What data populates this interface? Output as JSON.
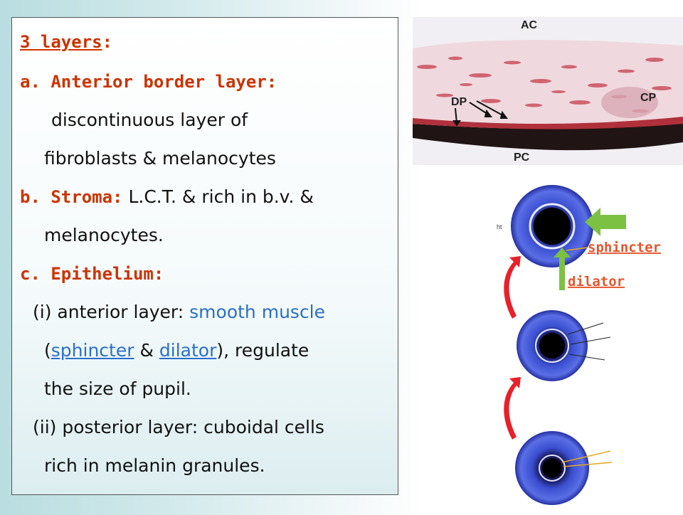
{
  "heading": {
    "count": "3 layers",
    "colon": ":"
  },
  "layer_a": {
    "title": "a. Anterior border layer:",
    "line1": "discontinuous layer of",
    "line2": "fibroblasts & melanocytes"
  },
  "layer_b": {
    "title": "b. Stroma:",
    "line1_rest": "L.C.T. & rich in b.v. &",
    "line2": "melanocytes."
  },
  "layer_c": {
    "title": "c. Epithelium:",
    "anterior": {
      "prefix": "(i) anterior layer: ",
      "highlight": "smooth muscle",
      "open_paren": "(",
      "term1": "sphincter",
      "amp": " & ",
      "term2": "dilator",
      "after": "), regulate",
      "line3": "the size of pupil."
    },
    "posterior": {
      "line1": "(ii) posterior layer: cuboidal cells",
      "line2": "rich in melanin granules."
    }
  },
  "micrograph": {
    "labels": {
      "ac": "AC",
      "cp": "CP",
      "dp": "DP",
      "pc": "PC"
    }
  },
  "iris_diagram": {
    "sphincter_label": "sphincter",
    "dilator_label": "dilator",
    "fragment_text": "ht"
  },
  "colors": {
    "accent_red": "#cc3300",
    "muscle_blue": "#2a6fc9",
    "label_orange": "#e4572e",
    "arrow_green": "#7cc142",
    "curve_red": "#e8202a",
    "iris_blue": "#3a4fd0"
  }
}
